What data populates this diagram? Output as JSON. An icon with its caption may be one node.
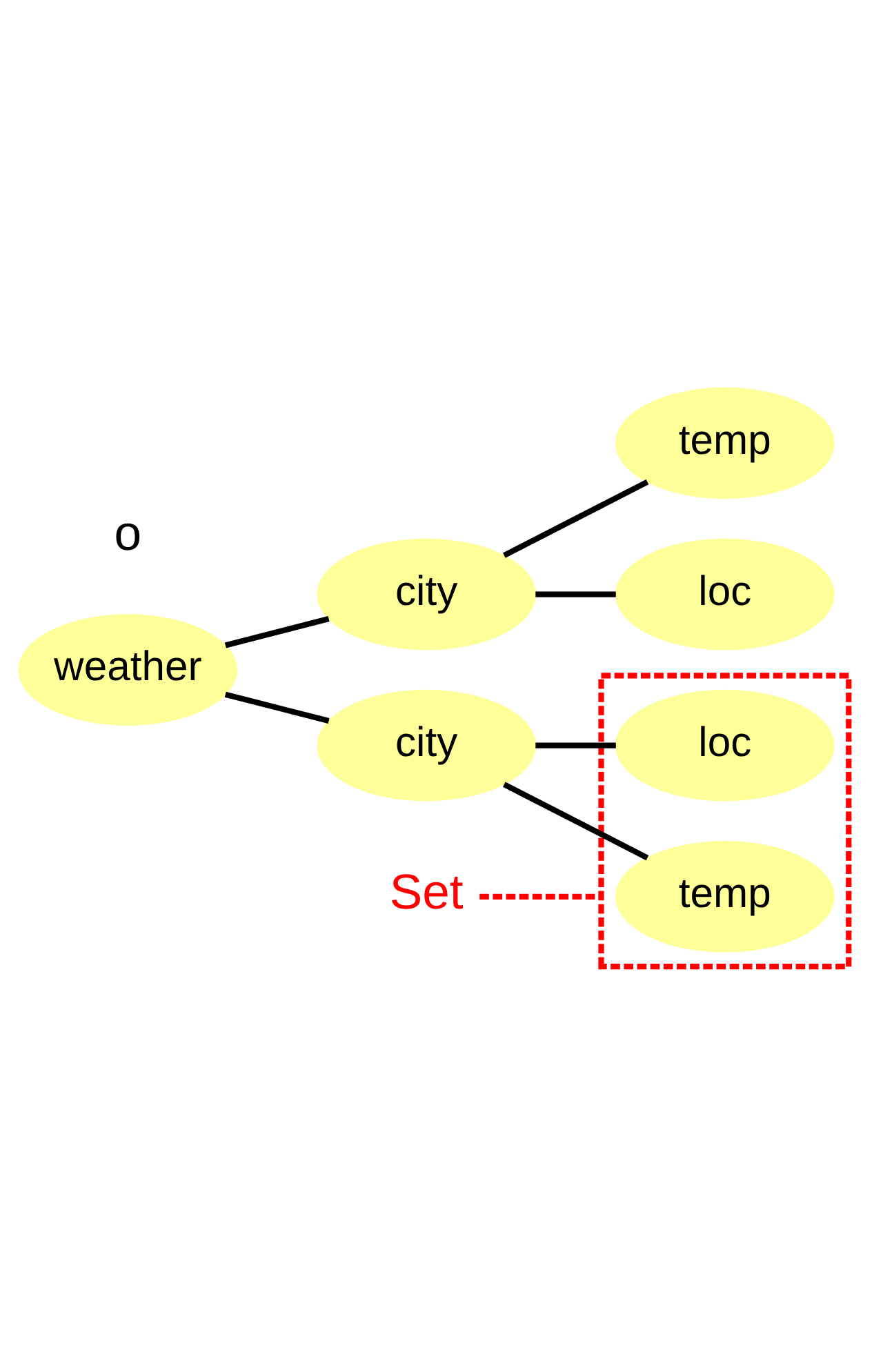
{
  "diagram": {
    "nodes": [
      {
        "text": [
          "weather"
        ]
      },
      {
        "text": [
          "city"
        ]
      },
      {
        "text": [
          "temp"
        ]
      },
      {
        "text": [
          "loc"
        ]
      },
      {
        "text": [
          "city"
        ]
      },
      {
        "text": [],
        "shape": "box"
      },
      {
        "text": [
          "temp"
        ],
        "in": 5
      },
      {
        "text": [
          "loc"
        ],
        "in": 5
      },
      {
        "text": [
          "Set"
        ]
      }
    ],
    "edges": [
      {
        "from": 0,
        "to": 1,
        "arrow": "none"
      },
      {
        "from": 1,
        "to": 2,
        "arrow": "none"
      },
      {
        "from": 1,
        "to": 3,
        "arrow": "none"
      },
      {
        "from": 0,
        "to": 4,
        "arrow": "none"
      },
      {
        "from": 4,
        "to": 6,
        "arrow": "none"
      },
      {
        "from": 4,
        "to": 7,
        "arrow": "none"
      },
      {
        "from": 8,
        "to": 5,
        "arrow": "none",
        "style": "dashed",
        "color": "#ff0000"
      }
    ],
    "labels": [
      "o"
    ]
  }
}
